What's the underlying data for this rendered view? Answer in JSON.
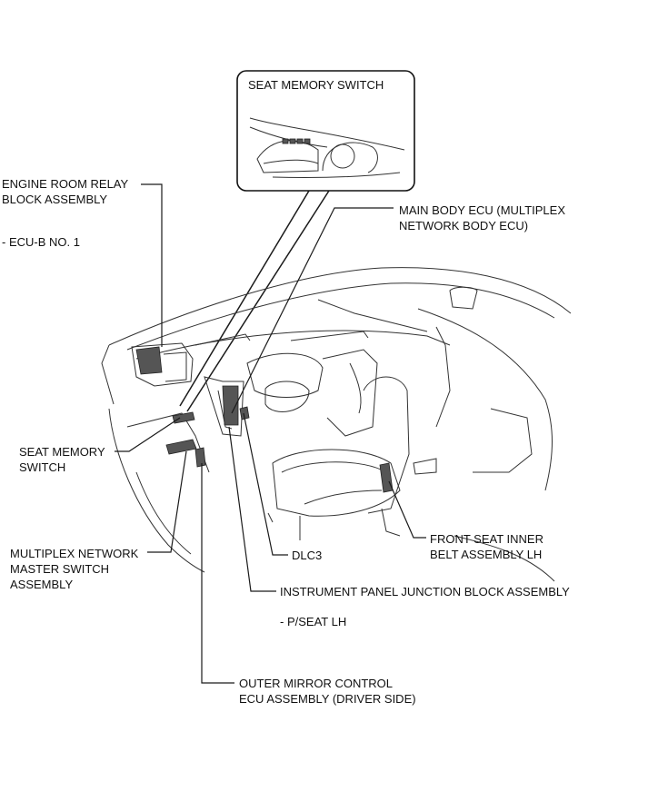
{
  "inset": {
    "title": "SEAT MEMORY SWITCH"
  },
  "labels": {
    "engine_room_relay": {
      "line1": "ENGINE ROOM RELAY",
      "line2": "BLOCK ASSEMBLY",
      "sub": "- ECU-B NO. 1"
    },
    "main_body_ecu": {
      "line1": "MAIN BODY ECU (MULTIPLEX",
      "line2": "NETWORK BODY ECU)"
    },
    "seat_memory_switch": {
      "line1": "SEAT MEMORY",
      "line2": "SWITCH"
    },
    "multiplex_master_switch": {
      "line1": "MULTIPLEX NETWORK",
      "line2": "MASTER SWITCH",
      "line3": "ASSEMBLY"
    },
    "dlc3": {
      "line1": "DLC3"
    },
    "front_seat_inner_belt": {
      "line1": "FRONT SEAT INNER",
      "line2": "BELT ASSEMBLY LH"
    },
    "instrument_panel_jb": {
      "line1": "INSTRUMENT PANEL JUNCTION BLOCK ASSEMBLY",
      "sub": "- P/SEAT LH"
    },
    "outer_mirror_ecu": {
      "line1": "OUTER MIRROR CONTROL",
      "line2": "ECU ASSEMBLY (DRIVER SIDE)"
    }
  }
}
